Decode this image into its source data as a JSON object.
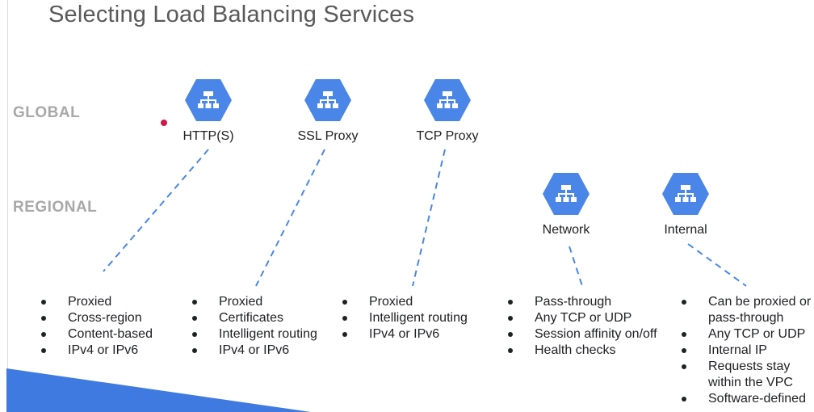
{
  "title": "Selecting Load Balancing Services",
  "tiers": {
    "global": "GLOBAL",
    "regional": "REGIONAL"
  },
  "colors": {
    "hex_fill": "#4a86e8",
    "connector": "#4a86e8",
    "wedge": "#3f7ae0"
  },
  "services": [
    {
      "key": "http",
      "label": "HTTP(S)",
      "icon": "load-balancer-icon"
    },
    {
      "key": "ssl",
      "label": "SSL Proxy",
      "icon": "load-balancer-icon"
    },
    {
      "key": "tcp",
      "label": "TCP Proxy",
      "icon": "load-balancer-icon"
    },
    {
      "key": "network",
      "label": "Network",
      "icon": "load-balancer-icon"
    },
    {
      "key": "internal",
      "label": "Internal",
      "icon": "load-balancer-icon"
    }
  ],
  "features": {
    "http": [
      "Proxied",
      "Cross-region",
      "Content-based",
      "IPv4 or IPv6"
    ],
    "ssl": [
      "Proxied",
      "Certificates",
      "Intelligent routing",
      "IPv4 or IPv6"
    ],
    "tcp": [
      "Proxied",
      "Intelligent routing",
      "IPv4 or IPv6"
    ],
    "network": [
      "Pass-through",
      "Any TCP or UDP",
      "Session affinity on/off",
      "Health checks"
    ],
    "internal": [
      "Can be proxied or pass-through",
      "Any TCP or UDP",
      "Internal IP",
      "Requests stay within the VPC",
      "Software-defined"
    ]
  }
}
